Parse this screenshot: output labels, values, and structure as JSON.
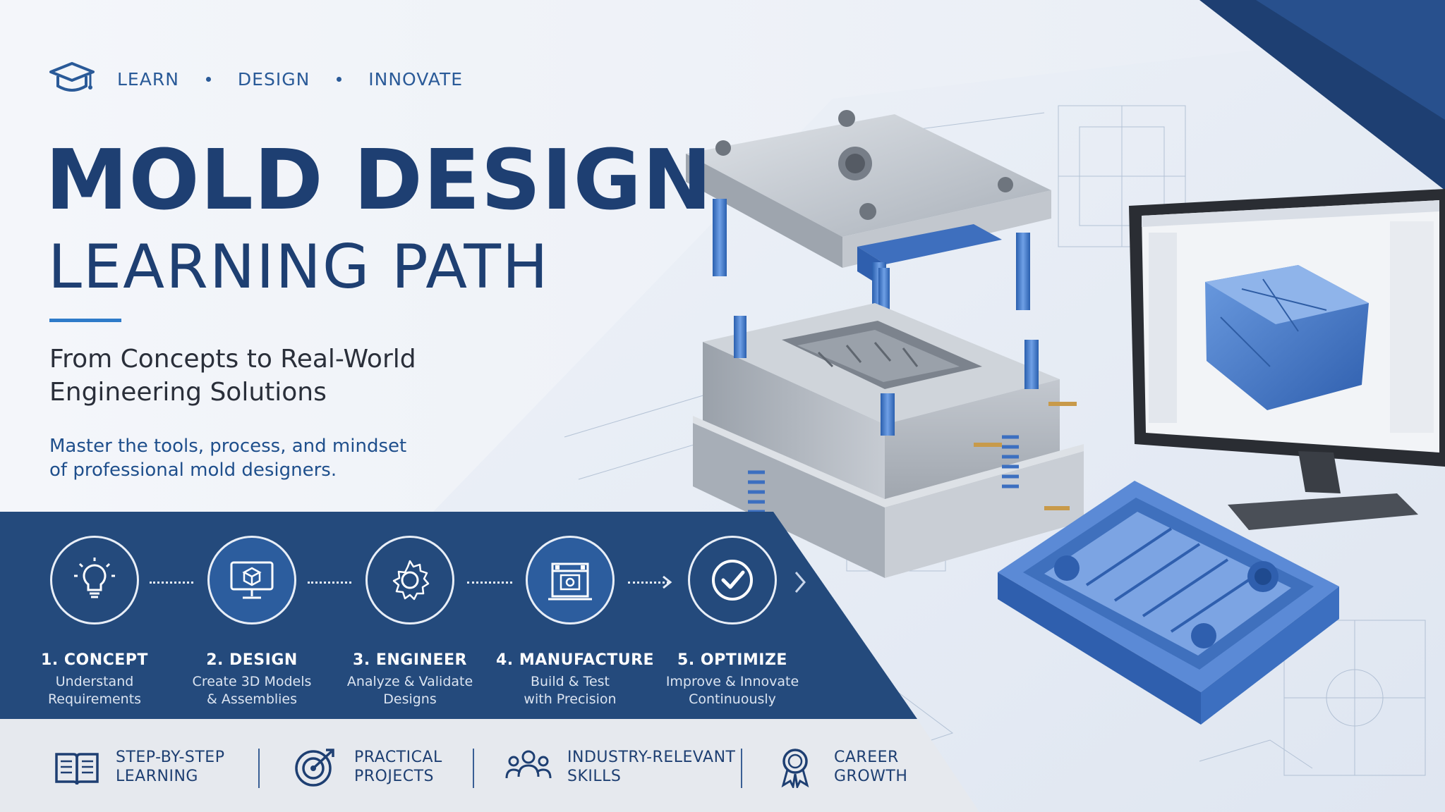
{
  "header": {
    "tags": [
      "LEARN",
      "DESIGN",
      "INNOVATE"
    ],
    "title": "MOLD DESIGN",
    "subtitle": "LEARNING PATH",
    "tagline_line1": "From Concepts to Real-World",
    "tagline_line2": "Engineering Solutions",
    "description_line1": "Master the tools, process, and mindset",
    "description_line2": "of professional mold designers."
  },
  "steps": [
    {
      "title": "1. CONCEPT",
      "line1": "Understand",
      "line2": "Requirements",
      "icon": "lightbulb-icon"
    },
    {
      "title": "2. DESIGN",
      "line1": "Create 3D Models",
      "line2": "& Assemblies",
      "icon": "monitor-cube-icon"
    },
    {
      "title": "3. ENGINEER",
      "line1": "Analyze & Validate",
      "line2": "Designs",
      "icon": "gear-icon"
    },
    {
      "title": "4. MANUFACTURE",
      "line1": "Build & Test",
      "line2": "with Precision",
      "icon": "machine-icon"
    },
    {
      "title": "5. OPTIMIZE",
      "line1": "Improve & Innovate",
      "line2": "Continuously",
      "icon": "checkmark-icon"
    }
  ],
  "features": [
    {
      "line1": "STEP-BY-STEP",
      "line2": "LEARNING",
      "icon": "book-icon"
    },
    {
      "line1": "PRACTICAL",
      "line2": "PROJECTS",
      "icon": "target-icon"
    },
    {
      "line1": "INDUSTRY-RELEVANT",
      "line2": "SKILLS",
      "icon": "people-icon"
    },
    {
      "line1": "CAREER",
      "line2": "GROWTH",
      "icon": "award-icon"
    }
  ],
  "colors": {
    "navy": "#1e3f72",
    "panel_blue": "#244a7c",
    "accent_blue": "#2e7bc9",
    "part_blue": "#4a7fd0",
    "steel": "#b8bec6"
  }
}
